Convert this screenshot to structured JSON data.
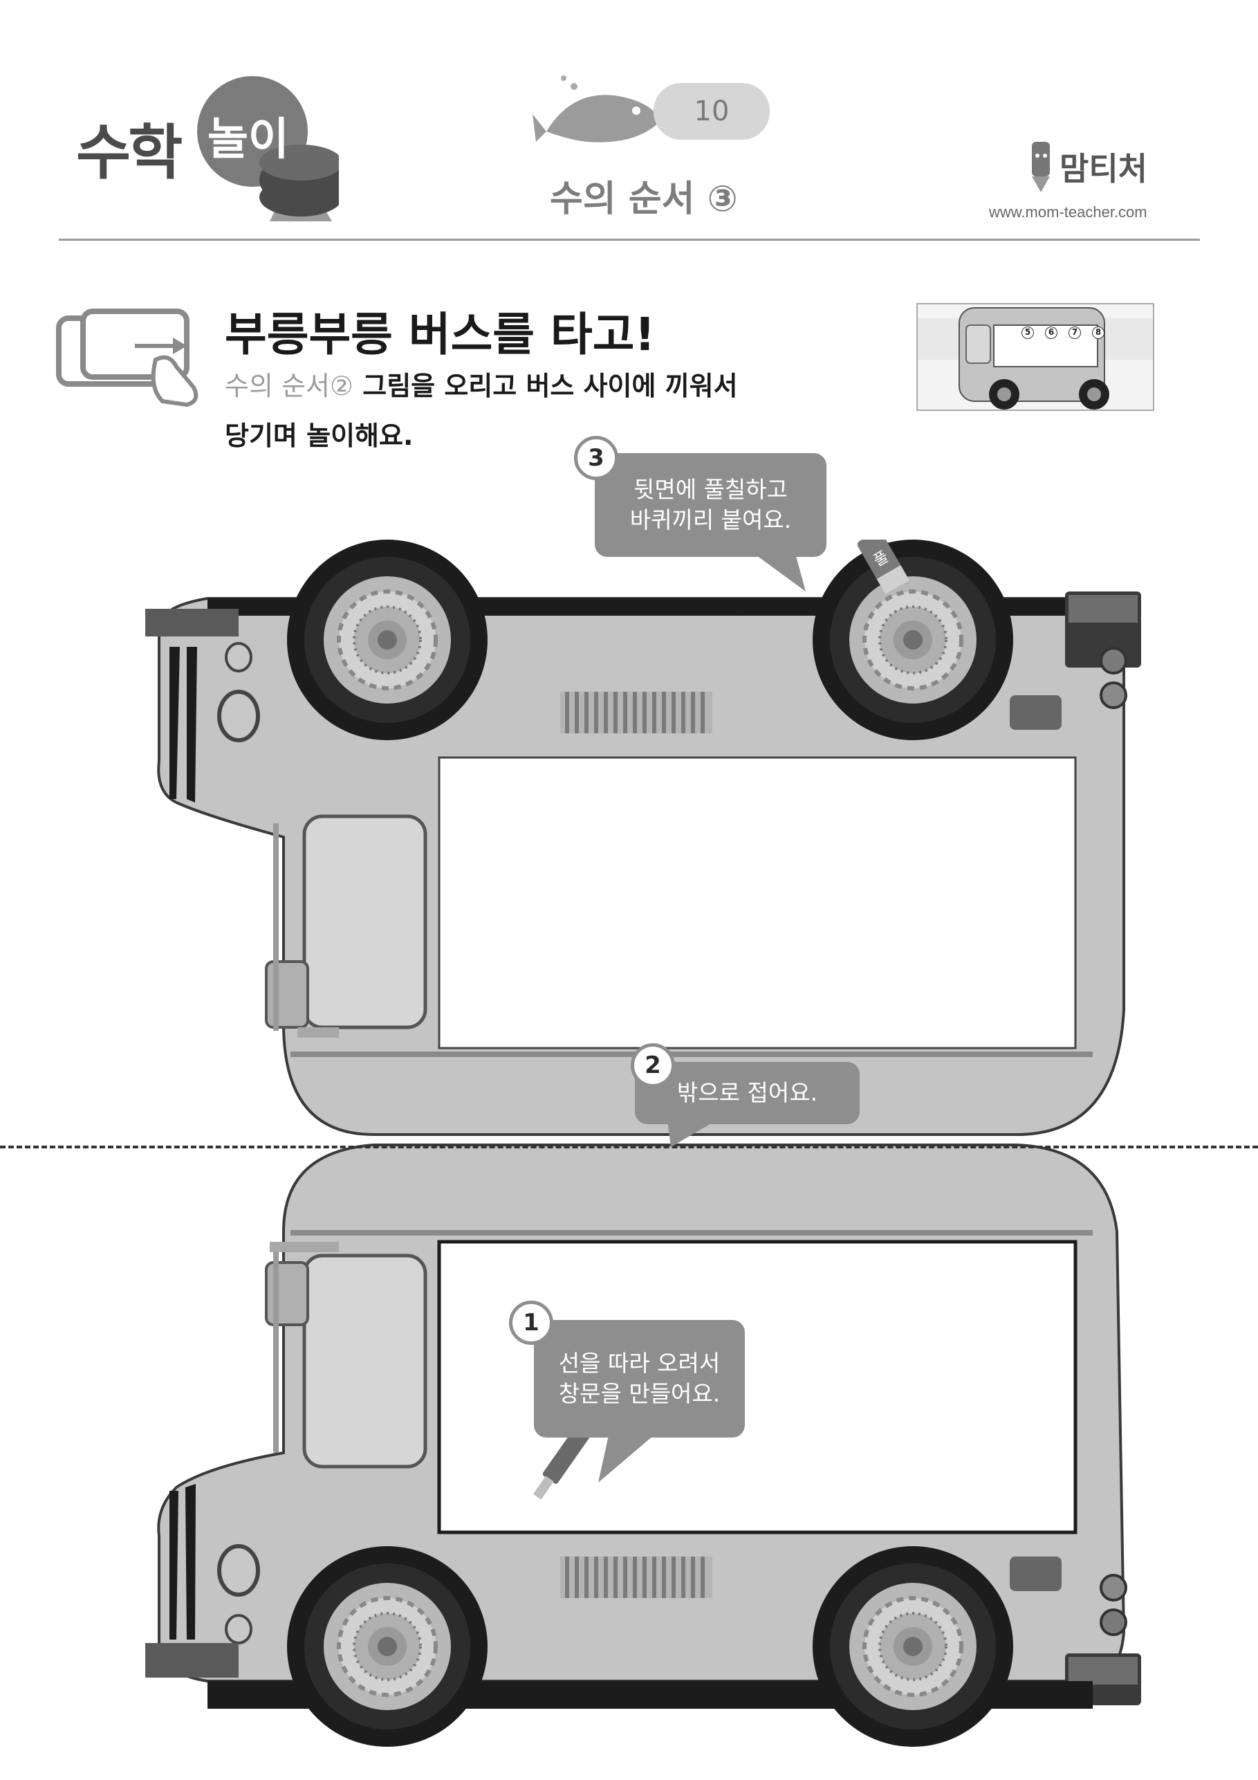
{
  "header": {
    "logo_main": "수학",
    "logo_sub": "놀이",
    "page_number": "10",
    "subtitle": "수의 순서 ③",
    "brand": "맘티처",
    "url": "www.mom-teacher.com"
  },
  "activity": {
    "title": "부릉부릉 버스를 타고!",
    "instruction_ref": "수의 순서②",
    "instruction_line1": " 그림을 오리고 버스 사이에 끼워서",
    "instruction_line2": "당기며 놀이해요."
  },
  "preview": {
    "numbers": [
      "5",
      "6",
      "7",
      "8"
    ]
  },
  "steps": [
    {
      "number": "1",
      "line1": "선을 따라 오려서",
      "line2": "창문을 만들어요."
    },
    {
      "number": "2",
      "line1": "밖으로 접어요.",
      "line2": ""
    },
    {
      "number": "3",
      "line1": "뒷면에 풀칠하고",
      "line2": "바퀴끼리 붙여요."
    }
  ],
  "glue_label": "풀",
  "colors": {
    "bus_body": "#c4c4c4",
    "bus_outline": "#3a3a3a",
    "callout": "#8e8e8e",
    "wheel": "#1c1c1c"
  }
}
